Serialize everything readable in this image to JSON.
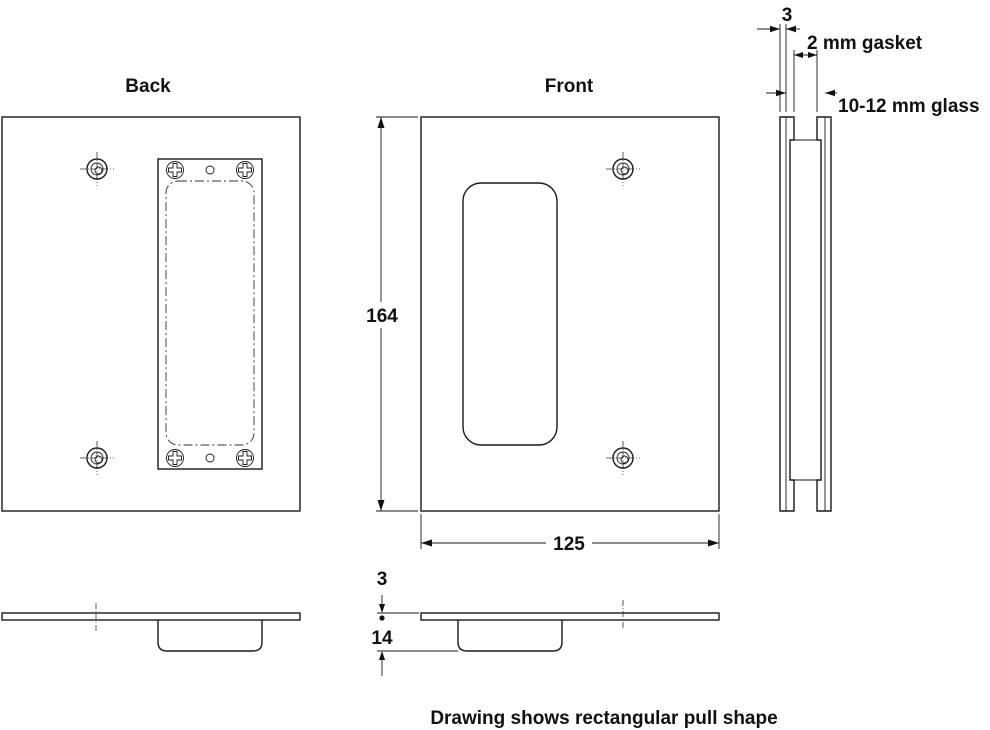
{
  "views": {
    "back_label": "Back",
    "front_label": "Front"
  },
  "dimensions": {
    "height": "164",
    "width": "125",
    "thickness": "3",
    "pull_depth": "14",
    "side_thickness": "3",
    "gasket": "2 mm gasket",
    "glass": "10-12 mm glass"
  },
  "caption": "Drawing shows rectangular pull shape"
}
